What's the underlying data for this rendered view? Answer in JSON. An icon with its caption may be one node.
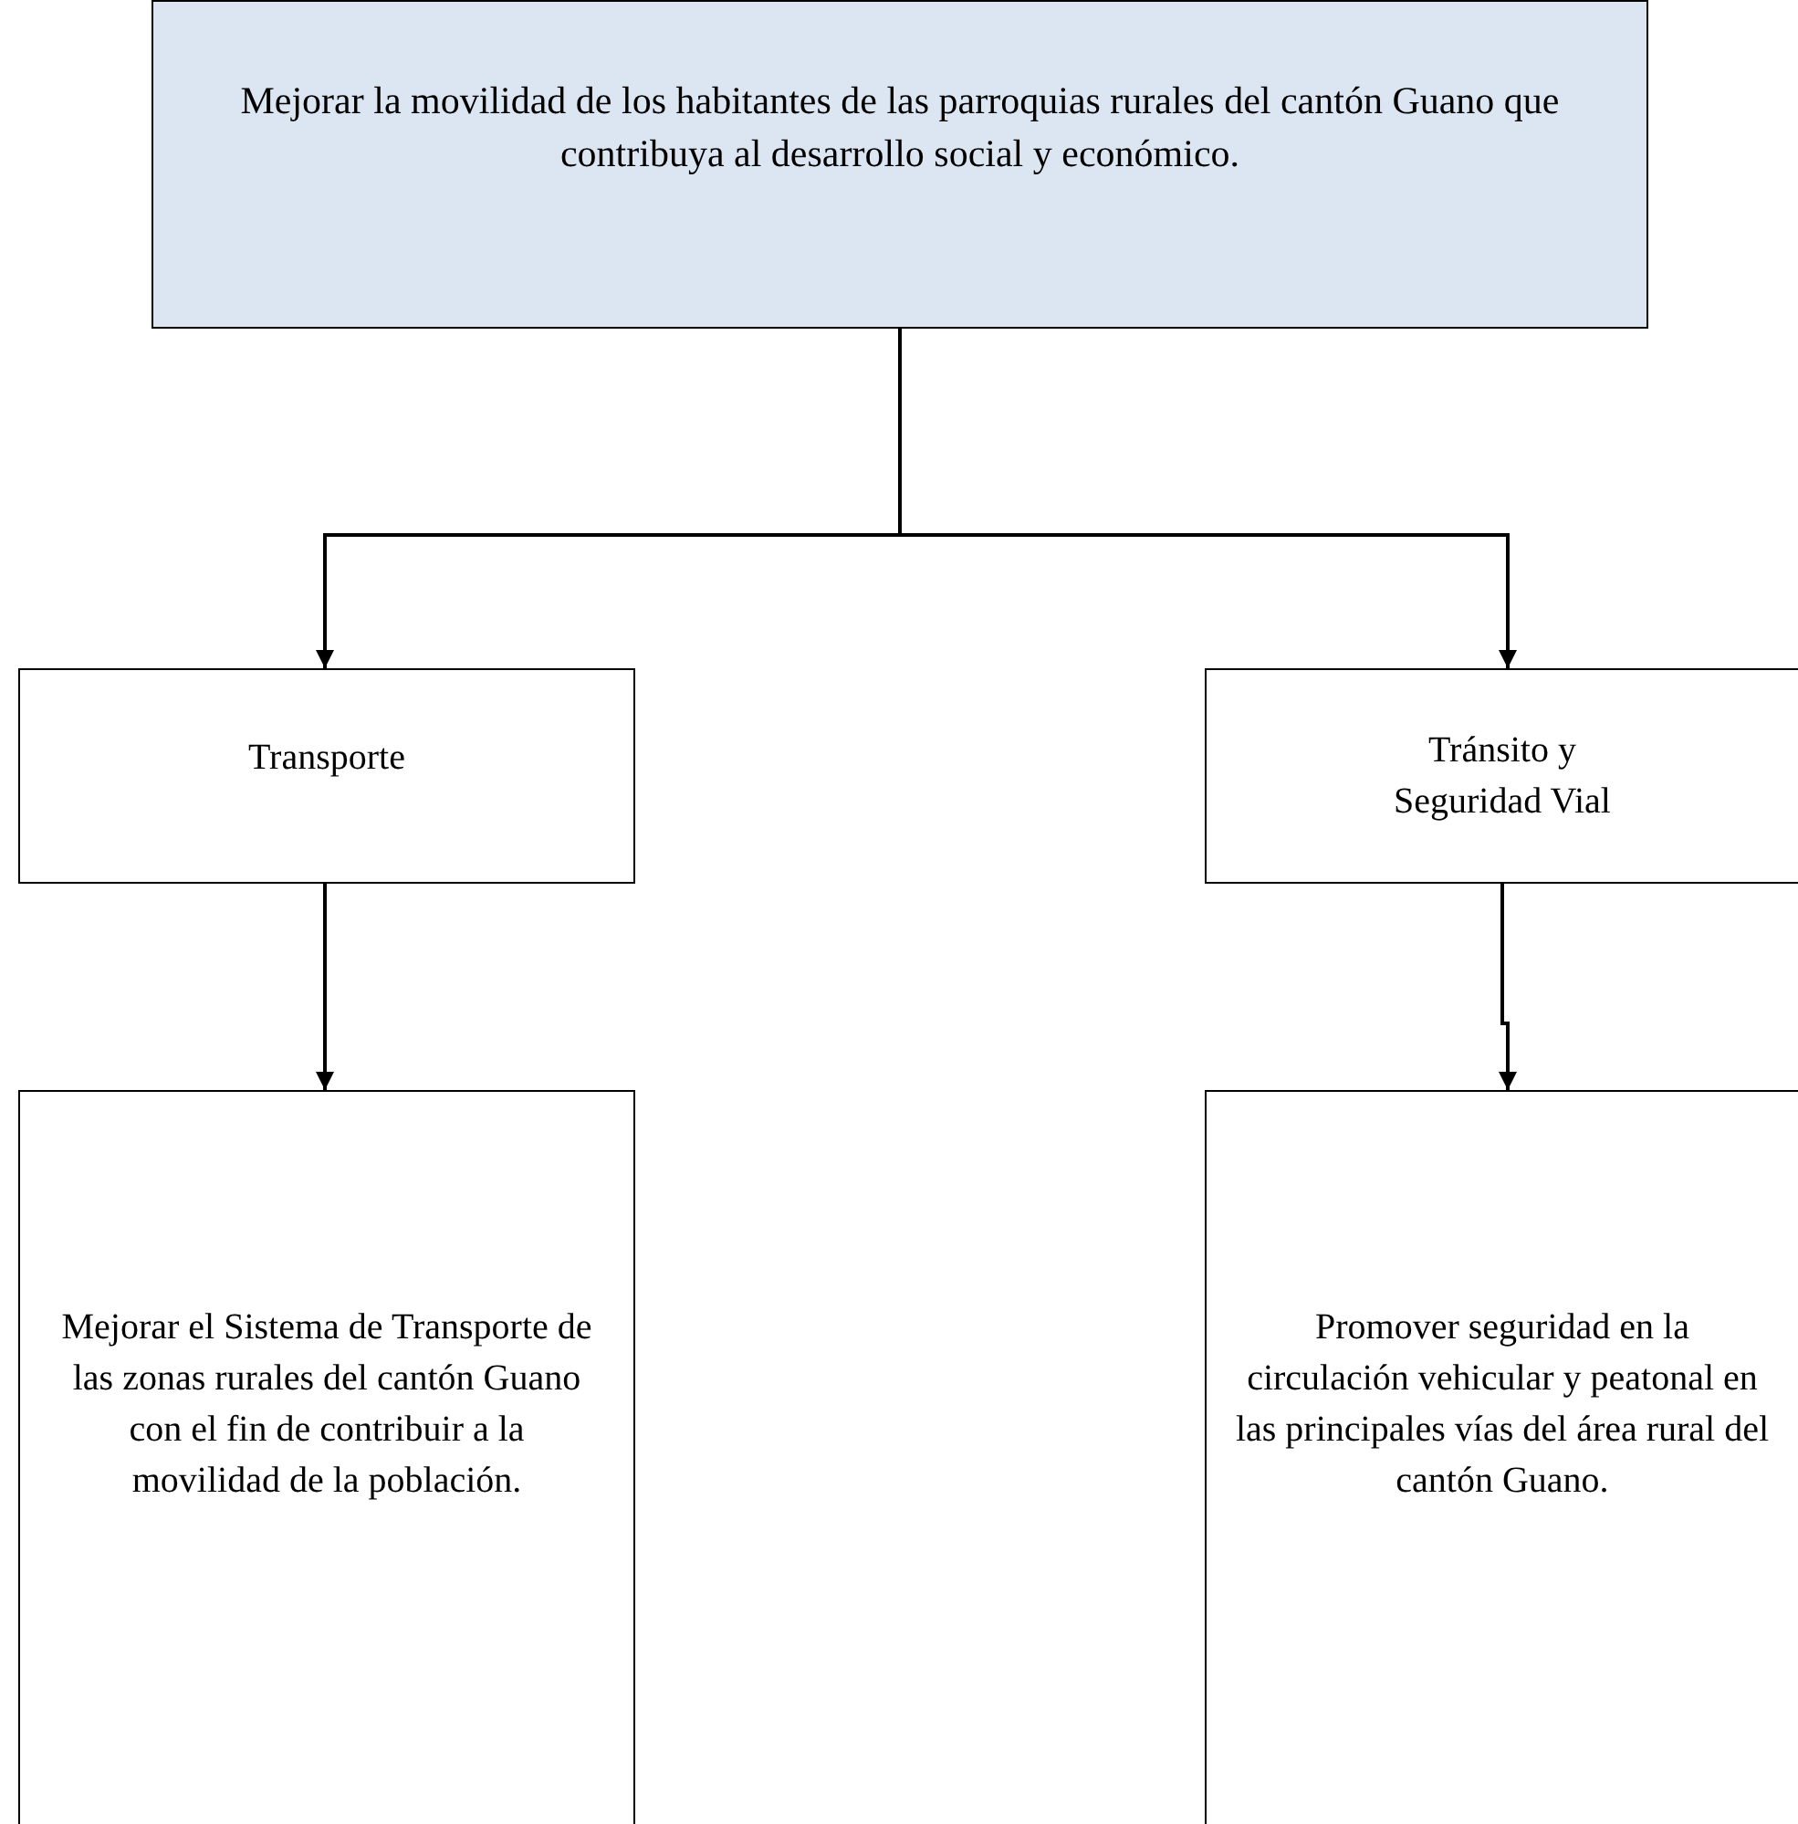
{
  "diagram": {
    "nodes": [
      {
        "text": [
          "Mejorar la movilidad de los habitantes de las parroquias rurales del cantón Guano que contribuya al desarrollo social y económico."
        ]
      },
      {
        "text": [
          "Transporte"
        ]
      },
      {
        "text": [
          "Tránsito y Seguridad Vial"
        ]
      },
      {
        "text": [
          "Mejorar el Sistema de Transporte de las zonas rurales del cantón Guano con el fin de contribuir a la movilidad de la población."
        ]
      },
      {
        "text": [
          "Promover seguridad en la circulación vehicular y peatonal en las principales vías del área rural del cantón Guano."
        ]
      }
    ],
    "edges": [
      {
        "from": 0,
        "to": 1,
        "arrow": "to"
      },
      {
        "from": 0,
        "to": 2,
        "arrow": "to"
      },
      {
        "from": 1,
        "to": 3,
        "arrow": "to"
      },
      {
        "from": 2,
        "to": 4,
        "arrow": "to"
      }
    ]
  }
}
